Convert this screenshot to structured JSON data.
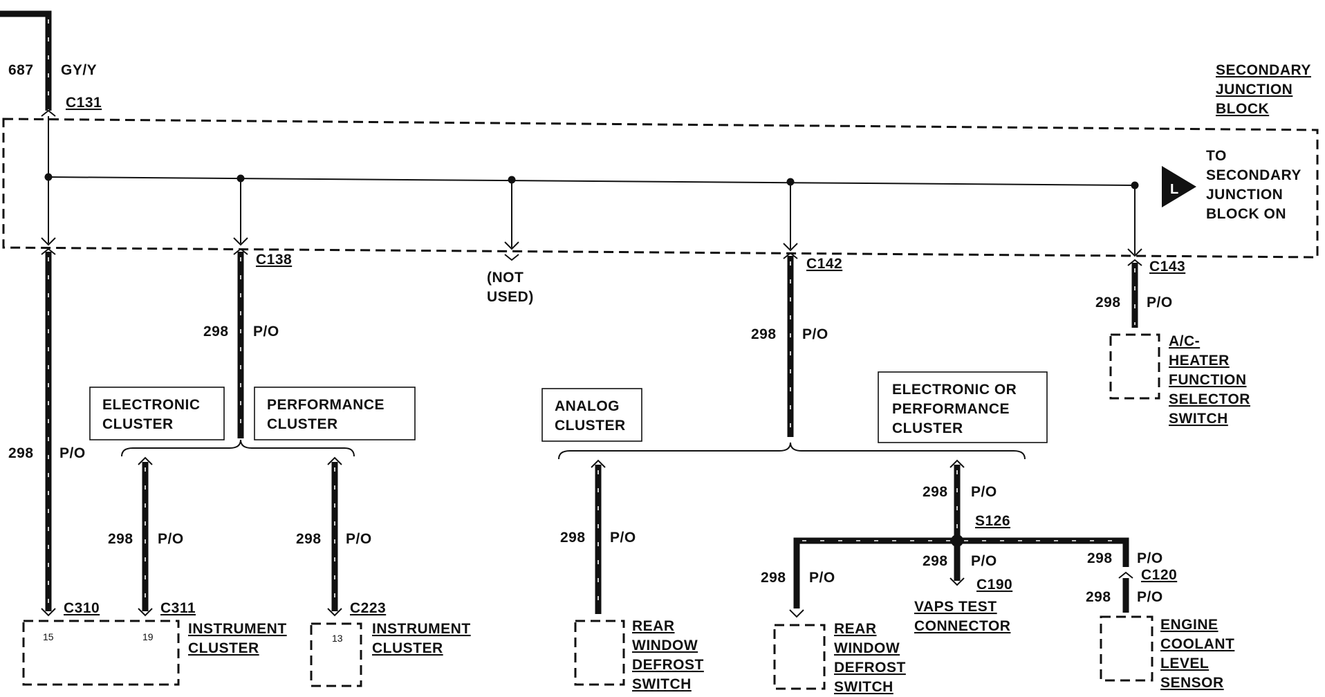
{
  "top_wire": {
    "circuit": "687",
    "color": "GY/Y",
    "connector": "C131"
  },
  "junction_block": {
    "title_lines": [
      "SECONDARY",
      "JUNCTION",
      "BLOCK"
    ]
  },
  "to_block": {
    "lines": [
      "TO",
      "SECONDARY",
      "JUNCTION",
      "BLOCK ON"
    ],
    "symbol": "L"
  },
  "connectors": {
    "c138": "C138",
    "not_used_lines": [
      "(NOT",
      "USED)"
    ],
    "c142": "C142",
    "c143": "C143",
    "c310": "C310",
    "c311": "C311",
    "c223": "C223",
    "s126": "S126",
    "c190": "C190",
    "c120": "C120"
  },
  "wire_label": {
    "circuit": "298",
    "color": "P/O"
  },
  "boxes": {
    "electronic_cluster": [
      "ELECTRONIC",
      "CLUSTER"
    ],
    "performance_cluster": [
      "PERFORMANCE",
      "CLUSTER"
    ],
    "analog_cluster": [
      "ANALOG",
      "CLUSTER"
    ],
    "electronic_or_performance": [
      "ELECTRONIC OR",
      "PERFORMANCE",
      "CLUSTER"
    ]
  },
  "components": {
    "instrument_cluster_1": {
      "lines": [
        "INSTRUMENT",
        "CLUSTER"
      ],
      "pins": [
        "15",
        "19"
      ]
    },
    "instrument_cluster_2": {
      "lines": [
        "INSTRUMENT",
        "CLUSTER"
      ],
      "pins": [
        "13"
      ]
    },
    "rear_window_defrost_1": {
      "lines": [
        "REAR",
        "WINDOW",
        "DEFROST",
        "SWITCH"
      ]
    },
    "rear_window_defrost_2": {
      "lines": [
        "REAR",
        "WINDOW",
        "DEFROST",
        "SWITCH"
      ]
    },
    "vaps": {
      "lines": [
        "VAPS TEST",
        "CONNECTOR"
      ]
    },
    "engine_coolant": {
      "lines": [
        "ENGINE",
        "COOLANT",
        "LEVEL",
        "SENSOR"
      ]
    },
    "ac_heater": {
      "lines": [
        "A/C-",
        "HEATER",
        "FUNCTION",
        "SELECTOR",
        "SWITCH"
      ]
    }
  },
  "colors": {
    "ink": "#111111",
    "paper": "#ffffff"
  }
}
